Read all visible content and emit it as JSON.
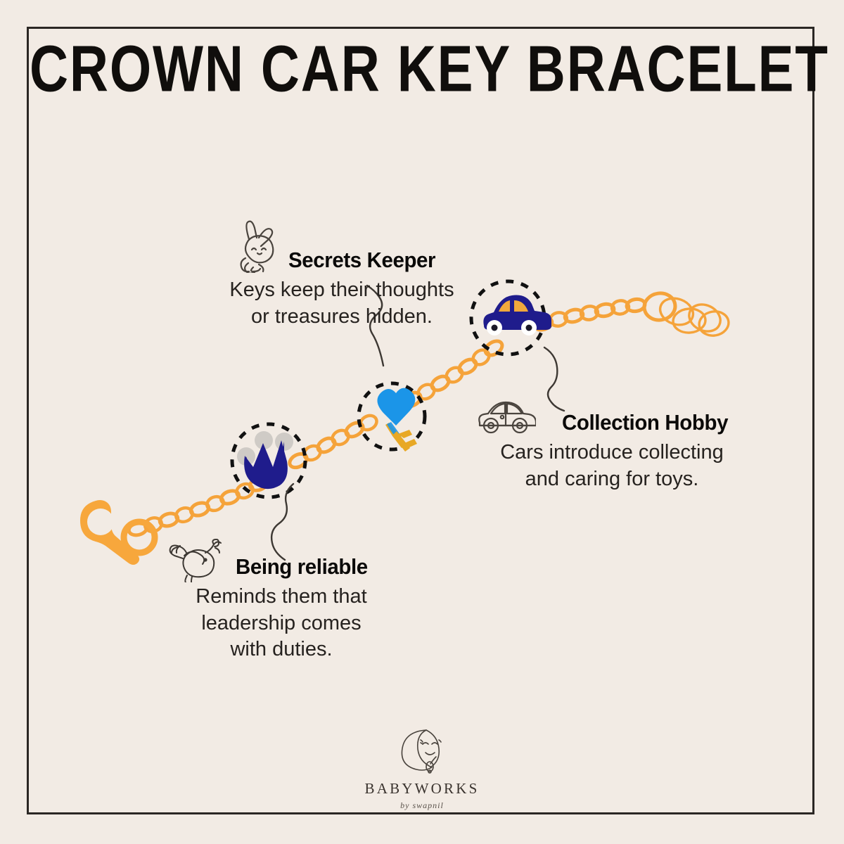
{
  "page": {
    "title": "CROWN CAR KEY BRACELET",
    "background_color": "#F2EBE4",
    "frame_color": "#2B2724",
    "ink_color": "#141210",
    "chain_color": "#F5A33A",
    "charm_navy": "#1F1C8C",
    "charm_blue": "#1B95E8",
    "charm_gold": "#E8A825",
    "pearl_color": "#CFCBC6"
  },
  "features": [
    {
      "id": "secrets-keeper",
      "icon": "bunny-icon",
      "heading": "Secrets Keeper",
      "body_line_1": "Keys keep their thoughts",
      "body_line_2": "or treasures hidden.",
      "charm": "key-charm"
    },
    {
      "id": "collection-hobby",
      "icon": "car-outline-icon",
      "heading": "Collection Hobby",
      "body_line_1": "Cars introduce collecting",
      "body_line_2": "and caring for toys.",
      "charm": "car-charm"
    },
    {
      "id": "being-reliable",
      "icon": "bird-icon",
      "heading": "Being reliable",
      "body_line_1": "Reminds them that",
      "body_line_2": "leadership comes",
      "body_line_3": "with duties.",
      "charm": "crown-charm"
    }
  ],
  "product": {
    "clasp": "lobster-clasp",
    "chain": "cable-chain",
    "extender": "extension-chain",
    "charms": [
      "crown-charm",
      "key-charm",
      "car-charm"
    ]
  },
  "logo": {
    "mark": "crescent-moon-icon",
    "wordmark": "BABYWORKS",
    "tagline": "by swapnil"
  }
}
